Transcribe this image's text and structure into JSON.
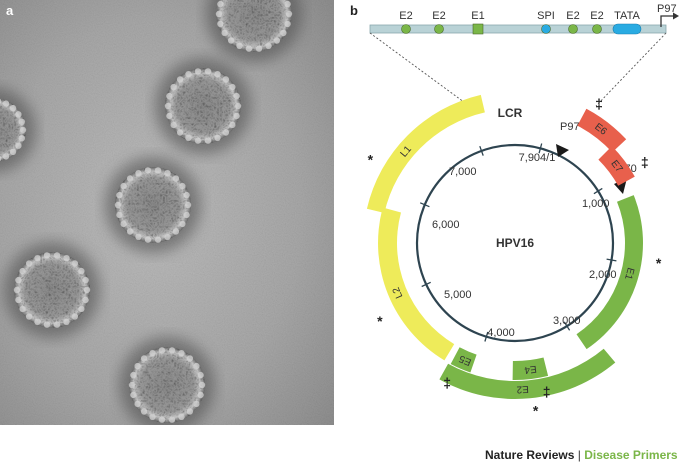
{
  "panels": {
    "a": "a",
    "b": "b"
  },
  "promoter_bar": {
    "elements": [
      {
        "label": "E2",
        "shape": "circle",
        "color": "#7ab648"
      },
      {
        "label": "E2",
        "shape": "circle",
        "color": "#7ab648"
      },
      {
        "label": "E1",
        "shape": "square",
        "color": "#7ab648"
      },
      {
        "label": "SPI",
        "shape": "circle",
        "color": "#29abe2"
      },
      {
        "label": "E2",
        "shape": "circle",
        "color": "#7ab648"
      },
      {
        "label": "E2",
        "shape": "circle",
        "color": "#7ab648"
      },
      {
        "label": "TATA",
        "shape": "pill",
        "color": "#29abe2"
      }
    ],
    "promoter_label": "P97"
  },
  "genome": {
    "name": "HPV16",
    "region_label": "LCR",
    "origin_label": "7,904/1",
    "ticks": [
      "1,000",
      "2,000",
      "3,000",
      "4,000",
      "5,000",
      "6,000",
      "7,000"
    ],
    "promoters": [
      "P97",
      "P670"
    ]
  },
  "genes": [
    {
      "name": "E6",
      "color": "#e8604c",
      "marker": "‡"
    },
    {
      "name": "E7",
      "color": "#e8604c",
      "marker": "‡"
    },
    {
      "name": "E1",
      "color": "#7ab648",
      "marker": "*"
    },
    {
      "name": "E2",
      "color": "#7ab648",
      "marker": "*"
    },
    {
      "name": "E4",
      "color": "#7ab648",
      "marker": "‡"
    },
    {
      "name": "E5",
      "color": "#7ab648",
      "marker": "‡"
    },
    {
      "name": "L2",
      "color": "#eeeb5a",
      "marker": "*"
    },
    {
      "name": "L1",
      "color": "#eeeb5a",
      "marker": "*"
    }
  ],
  "colors": {
    "early_green": "#7ab648",
    "oncogene_red": "#e8604c",
    "late_yellow": "#eeeb5a",
    "regulatory_blue": "#29abe2",
    "dna_bar": "#b9d2d6"
  },
  "footer": {
    "journal": "Nature Reviews",
    "separator": "|",
    "series": "Disease Primers"
  }
}
